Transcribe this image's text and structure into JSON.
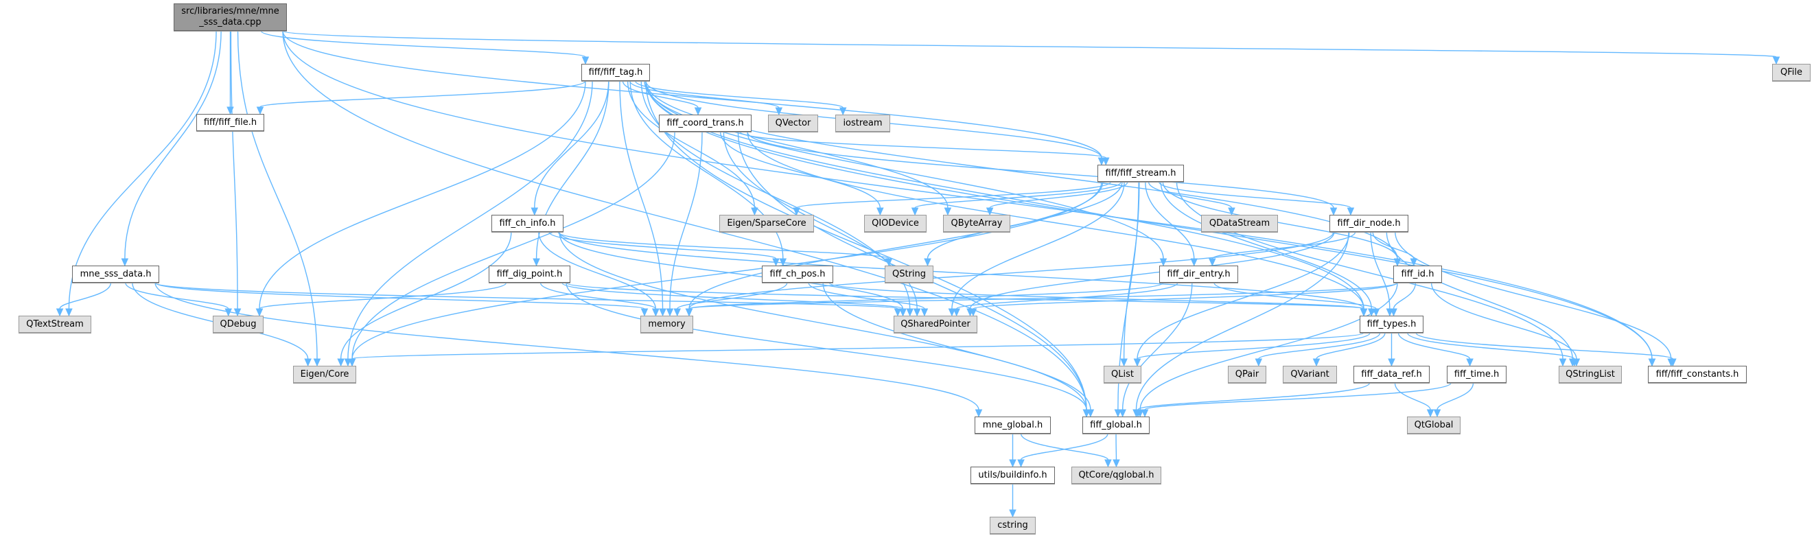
{
  "title": "Include dependency graph for mne_sss_data.cpp",
  "colors": {
    "edge": "#63b8ff",
    "root_fill": "#999999",
    "external_fill": "#e0e0e0",
    "internal_fill": "#ffffff"
  },
  "root": {
    "id": "root",
    "label_line1": "src/libraries/mne/mne",
    "label_line2": "_sss_data.cpp"
  },
  "nodes": [
    {
      "id": "fiff_tag",
      "label": "fiff/fiff_tag.h",
      "kind": "internal"
    },
    {
      "id": "fiff_file",
      "label": "fiff/fiff_file.h",
      "kind": "internal"
    },
    {
      "id": "fiff_coord_trans",
      "label": "fiff_coord_trans.h",
      "kind": "internal"
    },
    {
      "id": "qvector",
      "label": "QVector",
      "kind": "external"
    },
    {
      "id": "iostream",
      "label": "iostream",
      "kind": "external"
    },
    {
      "id": "qfile",
      "label": "QFile",
      "kind": "external"
    },
    {
      "id": "fiff_stream",
      "label": "fiff/fiff_stream.h",
      "kind": "internal"
    },
    {
      "id": "fiff_ch_info",
      "label": "fiff_ch_info.h",
      "kind": "internal"
    },
    {
      "id": "eigen_sparse",
      "label": "Eigen/SparseCore",
      "kind": "external"
    },
    {
      "id": "qiodevice",
      "label": "QIODevice",
      "kind": "external"
    },
    {
      "id": "qbytearray",
      "label": "QByteArray",
      "kind": "external"
    },
    {
      "id": "qdatastream",
      "label": "QDataStream",
      "kind": "external"
    },
    {
      "id": "fiff_dir_node",
      "label": "fiff_dir_node.h",
      "kind": "internal"
    },
    {
      "id": "mne_sss_data_h",
      "label": "mne_sss_data.h",
      "kind": "internal"
    },
    {
      "id": "fiff_dig_point",
      "label": "fiff_dig_point.h",
      "kind": "internal"
    },
    {
      "id": "fiff_ch_pos",
      "label": "fiff_ch_pos.h",
      "kind": "internal"
    },
    {
      "id": "qstring",
      "label": "QString",
      "kind": "external"
    },
    {
      "id": "fiff_dir_entry",
      "label": "fiff_dir_entry.h",
      "kind": "internal"
    },
    {
      "id": "fiff_id",
      "label": "fiff_id.h",
      "kind": "internal"
    },
    {
      "id": "qtextstream",
      "label": "QTextStream",
      "kind": "external"
    },
    {
      "id": "qdebug",
      "label": "QDebug",
      "kind": "external"
    },
    {
      "id": "memory",
      "label": "memory",
      "kind": "external"
    },
    {
      "id": "qsharedpointer",
      "label": "QSharedPointer",
      "kind": "external"
    },
    {
      "id": "fiff_types",
      "label": "fiff_types.h",
      "kind": "internal"
    },
    {
      "id": "eigen_core",
      "label": "Eigen/Core",
      "kind": "external"
    },
    {
      "id": "qlist",
      "label": "QList",
      "kind": "external"
    },
    {
      "id": "qpair",
      "label": "QPair",
      "kind": "external"
    },
    {
      "id": "qvariant",
      "label": "QVariant",
      "kind": "external"
    },
    {
      "id": "fiff_data_ref",
      "label": "fiff_data_ref.h",
      "kind": "internal"
    },
    {
      "id": "fiff_time",
      "label": "fiff_time.h",
      "kind": "internal"
    },
    {
      "id": "qstringlist",
      "label": "QStringList",
      "kind": "external"
    },
    {
      "id": "fiff_constants",
      "label": "fiff/fiff_constants.h",
      "kind": "internal"
    },
    {
      "id": "mne_global",
      "label": "mne_global.h",
      "kind": "internal"
    },
    {
      "id": "fiff_global",
      "label": "fiff_global.h",
      "kind": "internal"
    },
    {
      "id": "qtglobal",
      "label": "QtGlobal",
      "kind": "external"
    },
    {
      "id": "buildinfo",
      "label": "utils/buildinfo.h",
      "kind": "internal"
    },
    {
      "id": "qcore_qglobal",
      "label": "QtCore/qglobal.h",
      "kind": "external"
    },
    {
      "id": "cstring",
      "label": "cstring",
      "kind": "external"
    }
  ],
  "edges": [
    [
      "root",
      "fiff_tag"
    ],
    [
      "root",
      "fiff_file"
    ],
    [
      "root",
      "mne_sss_data_h"
    ],
    [
      "root",
      "qtextstream"
    ],
    [
      "root",
      "qdebug"
    ],
    [
      "root",
      "eigen_core"
    ],
    [
      "root",
      "qfile"
    ],
    [
      "root",
      "fiff_constants"
    ],
    [
      "root",
      "fiff_stream"
    ],
    [
      "root",
      "fiff_global"
    ],
    [
      "fiff_tag",
      "fiff_file"
    ],
    [
      "fiff_tag",
      "fiff_coord_trans"
    ],
    [
      "fiff_tag",
      "qvector"
    ],
    [
      "fiff_tag",
      "iostream"
    ],
    [
      "fiff_tag",
      "fiff_stream"
    ],
    [
      "fiff_tag",
      "fiff_ch_info"
    ],
    [
      "fiff_tag",
      "fiff_dig_point"
    ],
    [
      "fiff_tag",
      "fiff_ch_pos"
    ],
    [
      "fiff_tag",
      "eigen_core"
    ],
    [
      "fiff_tag",
      "eigen_sparse"
    ],
    [
      "fiff_tag",
      "qbytearray"
    ],
    [
      "fiff_tag",
      "qdebug"
    ],
    [
      "fiff_tag",
      "memory"
    ],
    [
      "fiff_tag",
      "qsharedpointer"
    ],
    [
      "fiff_tag",
      "fiff_types"
    ],
    [
      "fiff_tag",
      "fiff_id"
    ],
    [
      "fiff_tag",
      "fiff_dir_entry"
    ],
    [
      "fiff_tag",
      "fiff_constants"
    ],
    [
      "fiff_tag",
      "fiff_global"
    ],
    [
      "fiff_coord_trans",
      "eigen_core"
    ],
    [
      "fiff_coord_trans",
      "qiodevice"
    ],
    [
      "fiff_coord_trans",
      "qsharedpointer"
    ],
    [
      "fiff_coord_trans",
      "memory"
    ],
    [
      "fiff_coord_trans",
      "fiff_global"
    ],
    [
      "fiff_coord_trans",
      "fiff_stream"
    ],
    [
      "fiff_coord_trans",
      "fiff_types"
    ],
    [
      "fiff_coord_trans",
      "fiff_dir_node"
    ],
    [
      "fiff_stream",
      "eigen_core"
    ],
    [
      "fiff_stream",
      "eigen_sparse"
    ],
    [
      "fiff_stream",
      "qiodevice"
    ],
    [
      "fiff_stream",
      "qbytearray"
    ],
    [
      "fiff_stream",
      "qdatastream"
    ],
    [
      "fiff_stream",
      "fiff_dir_node"
    ],
    [
      "fiff_stream",
      "fiff_dir_entry"
    ],
    [
      "fiff_stream",
      "fiff_id"
    ],
    [
      "fiff_stream",
      "fiff_types"
    ],
    [
      "fiff_stream",
      "qstring"
    ],
    [
      "fiff_stream",
      "qlist"
    ],
    [
      "fiff_stream",
      "qsharedpointer"
    ],
    [
      "fiff_stream",
      "memory"
    ],
    [
      "fiff_stream",
      "qstringlist"
    ],
    [
      "fiff_stream",
      "fiff_global"
    ],
    [
      "fiff_ch_info",
      "fiff_ch_pos"
    ],
    [
      "fiff_ch_info",
      "eigen_core"
    ],
    [
      "fiff_ch_info",
      "memory"
    ],
    [
      "fiff_ch_info",
      "qsharedpointer"
    ],
    [
      "fiff_ch_info",
      "fiff_types"
    ],
    [
      "fiff_ch_info",
      "fiff_global"
    ],
    [
      "fiff_ch_info",
      "qstring"
    ],
    [
      "mne_sss_data_h",
      "mne_global"
    ],
    [
      "mne_sss_data_h",
      "eigen_core"
    ],
    [
      "mne_sss_data_h",
      "qdebug"
    ],
    [
      "mne_sss_data_h",
      "qtextstream"
    ],
    [
      "mne_sss_data_h",
      "memory"
    ],
    [
      "mne_sss_data_h",
      "qsharedpointer"
    ],
    [
      "fiff_dig_point",
      "qdebug"
    ],
    [
      "fiff_dig_point",
      "memory"
    ],
    [
      "fiff_dig_point",
      "qsharedpointer"
    ],
    [
      "fiff_dig_point",
      "fiff_types"
    ],
    [
      "fiff_dig_point",
      "fiff_global"
    ],
    [
      "fiff_ch_pos",
      "memory"
    ],
    [
      "fiff_ch_pos",
      "qsharedpointer"
    ],
    [
      "fiff_ch_pos",
      "fiff_types"
    ],
    [
      "fiff_ch_pos",
      "fiff_global"
    ],
    [
      "fiff_dir_node",
      "fiff_dir_entry"
    ],
    [
      "fiff_dir_node",
      "fiff_id"
    ],
    [
      "fiff_dir_node",
      "fiff_types"
    ],
    [
      "fiff_dir_node",
      "memory"
    ],
    [
      "fiff_dir_node",
      "qsharedpointer"
    ],
    [
      "fiff_dir_node",
      "qlist"
    ],
    [
      "fiff_dir_node",
      "qstringlist"
    ],
    [
      "fiff_dir_node",
      "fiff_constants"
    ],
    [
      "fiff_dir_node",
      "fiff_global"
    ],
    [
      "fiff_dir_entry",
      "fiff_types"
    ],
    [
      "fiff_dir_entry",
      "fiff_global"
    ],
    [
      "fiff_dir_entry",
      "qsharedpointer"
    ],
    [
      "fiff_dir_entry",
      "memory"
    ],
    [
      "fiff_id",
      "fiff_types"
    ],
    [
      "fiff_id",
      "qsharedpointer"
    ],
    [
      "fiff_id",
      "memory"
    ],
    [
      "fiff_id",
      "fiff_global"
    ],
    [
      "fiff_id",
      "qstringlist"
    ],
    [
      "fiff_types",
      "eigen_core"
    ],
    [
      "fiff_types",
      "qlist"
    ],
    [
      "fiff_types",
      "qpair"
    ],
    [
      "fiff_types",
      "qvariant"
    ],
    [
      "fiff_types",
      "fiff_data_ref"
    ],
    [
      "fiff_types",
      "fiff_time"
    ],
    [
      "fiff_types",
      "qstringlist"
    ],
    [
      "fiff_types",
      "fiff_constants"
    ],
    [
      "fiff_data_ref",
      "fiff_global"
    ],
    [
      "fiff_data_ref",
      "qtglobal"
    ],
    [
      "fiff_time",
      "fiff_global"
    ],
    [
      "fiff_time",
      "qtglobal"
    ],
    [
      "mne_global",
      "buildinfo"
    ],
    [
      "mne_global",
      "qcore_qglobal"
    ],
    [
      "fiff_global",
      "buildinfo"
    ],
    [
      "fiff_global",
      "qcore_qglobal"
    ],
    [
      "buildinfo",
      "cstring"
    ]
  ]
}
